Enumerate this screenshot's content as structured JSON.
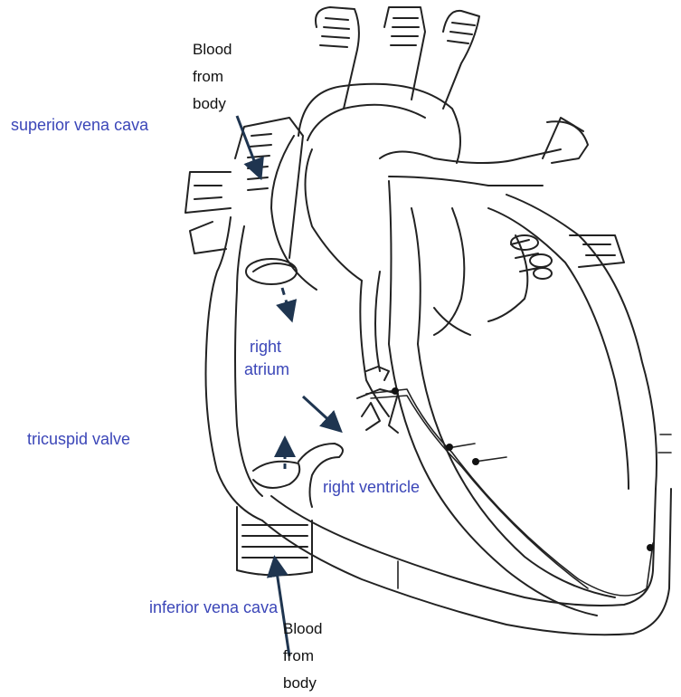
{
  "labels": {
    "superior_vena_cava": "superior vena cava",
    "right_atrium_1": "right",
    "right_atrium_2": "atrium",
    "tricuspid_valve": "tricuspid valve",
    "right_ventricle": "right ventricle",
    "inferior_vena_cava": "inferior vena cava"
  },
  "annotations": {
    "top": [
      "Blood",
      "from",
      "body"
    ],
    "bottom": [
      "Blood",
      "from",
      "body"
    ]
  },
  "colors": {
    "label_text": "#3b46b8",
    "arrow": "#1f3550",
    "outline": "#222222"
  }
}
